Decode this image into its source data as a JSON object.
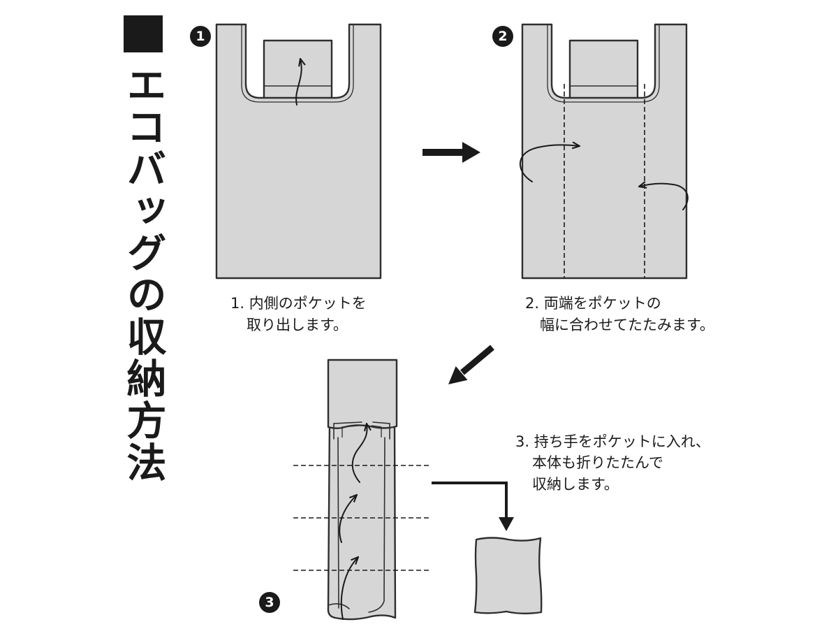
{
  "title": {
    "text": "エコバッグの収納方法"
  },
  "steps": [
    {
      "number": "1",
      "caption_lines": [
        "1. 内側のポケットを",
        "取り出します。"
      ]
    },
    {
      "number": "2",
      "caption_lines": [
        "2. 両端をポケットの",
        "幅に合わせてたたみます。"
      ]
    },
    {
      "number": "3",
      "caption_lines": [
        "3. 持ち手をポケットに入れ、",
        "本体も折りたたんで",
        "収納します。"
      ]
    }
  ],
  "icons": [
    "title-square-icon",
    "arrow-right-icon",
    "arrow-down-left-icon",
    "elbow-arrow-down-icon"
  ],
  "colors": {
    "bag_fill": "#d6d6d6",
    "outline": "#2e2e2e",
    "ink": "#1a1a1a",
    "paper": "#ffffff"
  }
}
